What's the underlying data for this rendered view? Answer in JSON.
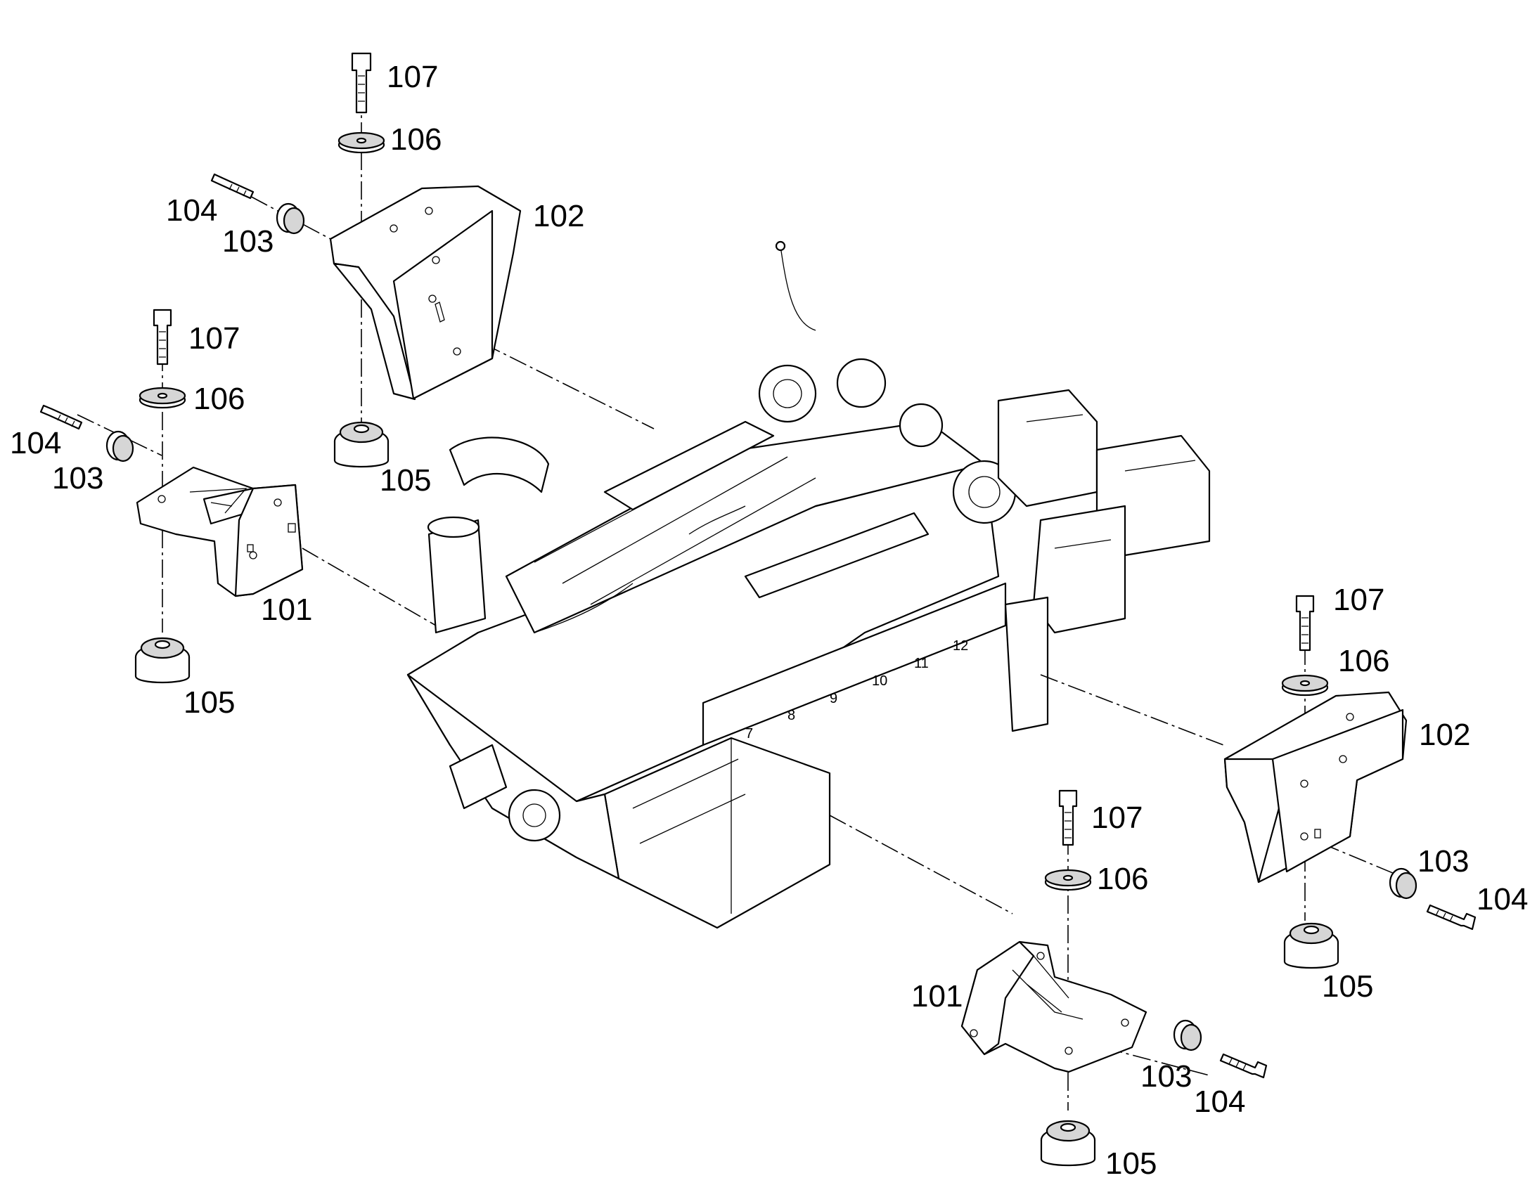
{
  "colors": {
    "ink": "#000000",
    "paper": "#ffffff",
    "shade": "#d6d6d6"
  },
  "callouts": {
    "top_left_bolt": "107",
    "top_left_washer": "106",
    "top_left_bracket": "102",
    "top_left_side_bolt": "104",
    "top_left_spacer": "103",
    "top_left_mount": "105",
    "left_bolt": "107",
    "left_washer": "106",
    "left_side_bolt": "104",
    "left_spacer": "103",
    "left_bracket": "101",
    "left_mount": "105",
    "right_bolt": "107",
    "right_washer": "106",
    "right_bracket": "102",
    "right_spacer": "103",
    "right_side_bolt": "104",
    "right_mount": "105",
    "bottom_bolt": "107",
    "bottom_washer": "106",
    "bottom_bracket": "101",
    "bottom_spacer": "103",
    "bottom_side_bolt": "104",
    "bottom_mount": "105"
  },
  "cylinder_numbers": [
    "7",
    "8",
    "9",
    "10",
    "11",
    "12"
  ]
}
